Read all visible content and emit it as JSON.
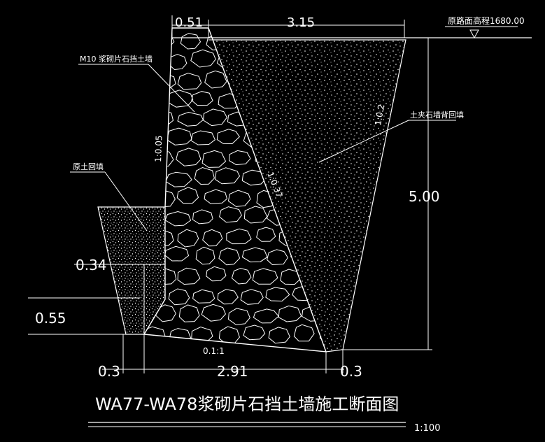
{
  "drawing": {
    "title": "WA77-WA78浆砌片石挡土墙施工断面图",
    "scale": "1:100",
    "background": "#000000",
    "line_color": "#ffffff",
    "labels": {
      "road_elevation": "原路面高程1680.00",
      "wall_material": "M10 浆砌片石挡土墙",
      "soil_backfill": "原土回填",
      "gravel_backfill": "土夹石墙背回填",
      "slope_front": "1:0.05",
      "slope_back": "1:0.37",
      "slope_fill": "1:0.2",
      "slope_base": "0.1:1"
    },
    "dimensions": {
      "top_left": "0.51",
      "top_width": "3.15",
      "height": "5.00",
      "left_034": "0.34",
      "left_055": "0.55",
      "bottom_left": "0.3",
      "bottom_width": "2.91",
      "bottom_right": "0.3"
    }
  }
}
